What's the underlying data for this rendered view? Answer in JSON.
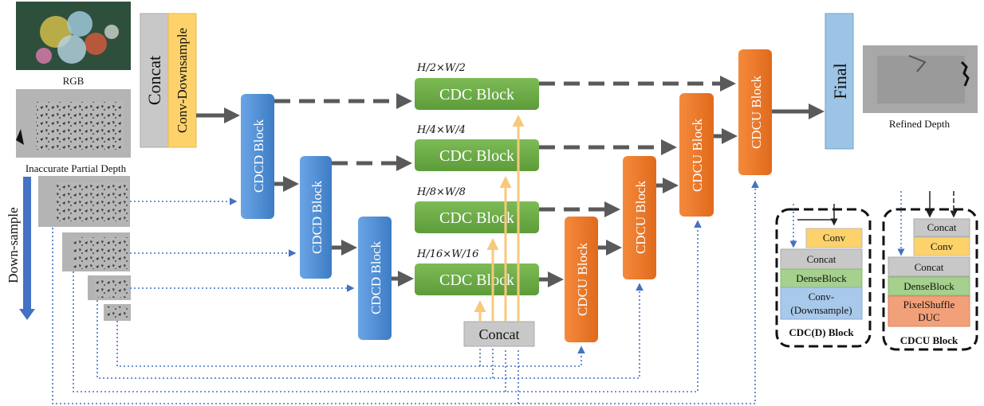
{
  "inputs": {
    "rgb_label": "RGB",
    "depth_label": "Inaccurate Partial Depth",
    "downsample_label": "Down-sample"
  },
  "input_stage": {
    "concat_label": "Concat",
    "conv_downsample_label": "Conv-Downsample"
  },
  "encoder": {
    "cdcd_label": "CDCD Block"
  },
  "skip_blocks": [
    {
      "scale_label": "H/2×W/2",
      "label": "CDC Block"
    },
    {
      "scale_label": "H/4×W/4",
      "label": "CDC Block"
    },
    {
      "scale_label": "H/8×W/8",
      "label": "CDC Block"
    },
    {
      "scale_label": "H/16×W/16",
      "label": "CDC Block"
    }
  ],
  "decoder": {
    "cdcu_label": "CDCU Block"
  },
  "bottom_concat_label": "Concat",
  "output": {
    "final_label": "Final",
    "refined_label": "Refined Depth"
  },
  "legend_cdcd": {
    "title": "CDC(D) Block",
    "items": [
      "Conv",
      "Concat",
      "DenseBlock",
      "Conv-(Downsample)"
    ],
    "item_lines": [
      [
        "Conv"
      ],
      [
        "Concat"
      ],
      [
        "DenseBlock"
      ],
      [
        "Conv-",
        "(Downsample)"
      ]
    ]
  },
  "legend_cdcu": {
    "title": "CDCU Block",
    "items": [
      "Concat",
      "Conv",
      "Concat",
      "DenseBlock",
      "PixelShuffle DUC"
    ],
    "item_lines": [
      [
        "Concat"
      ],
      [
        "Conv"
      ],
      [
        "Concat"
      ],
      [
        "DenseBlock"
      ],
      [
        "PixelShuffle",
        "DUC"
      ]
    ]
  },
  "colors": {
    "encoder_blue": "#4f8fd6",
    "cdc_green": "#6aab46",
    "cdcu_orange": "#ec7a2e",
    "concat_gray": "#c8c8c8",
    "conv_yellow": "#fdd26b",
    "final_blue": "#9dc3e6",
    "arrow_dark": "#5a5a5a",
    "arrow_light_orange": "#f7c97c",
    "dotted_blue": "#4472c4",
    "legend_blue": "#a9c9ea",
    "legend_green": "#a6d08d",
    "legend_salmon": "#f2a07a"
  }
}
